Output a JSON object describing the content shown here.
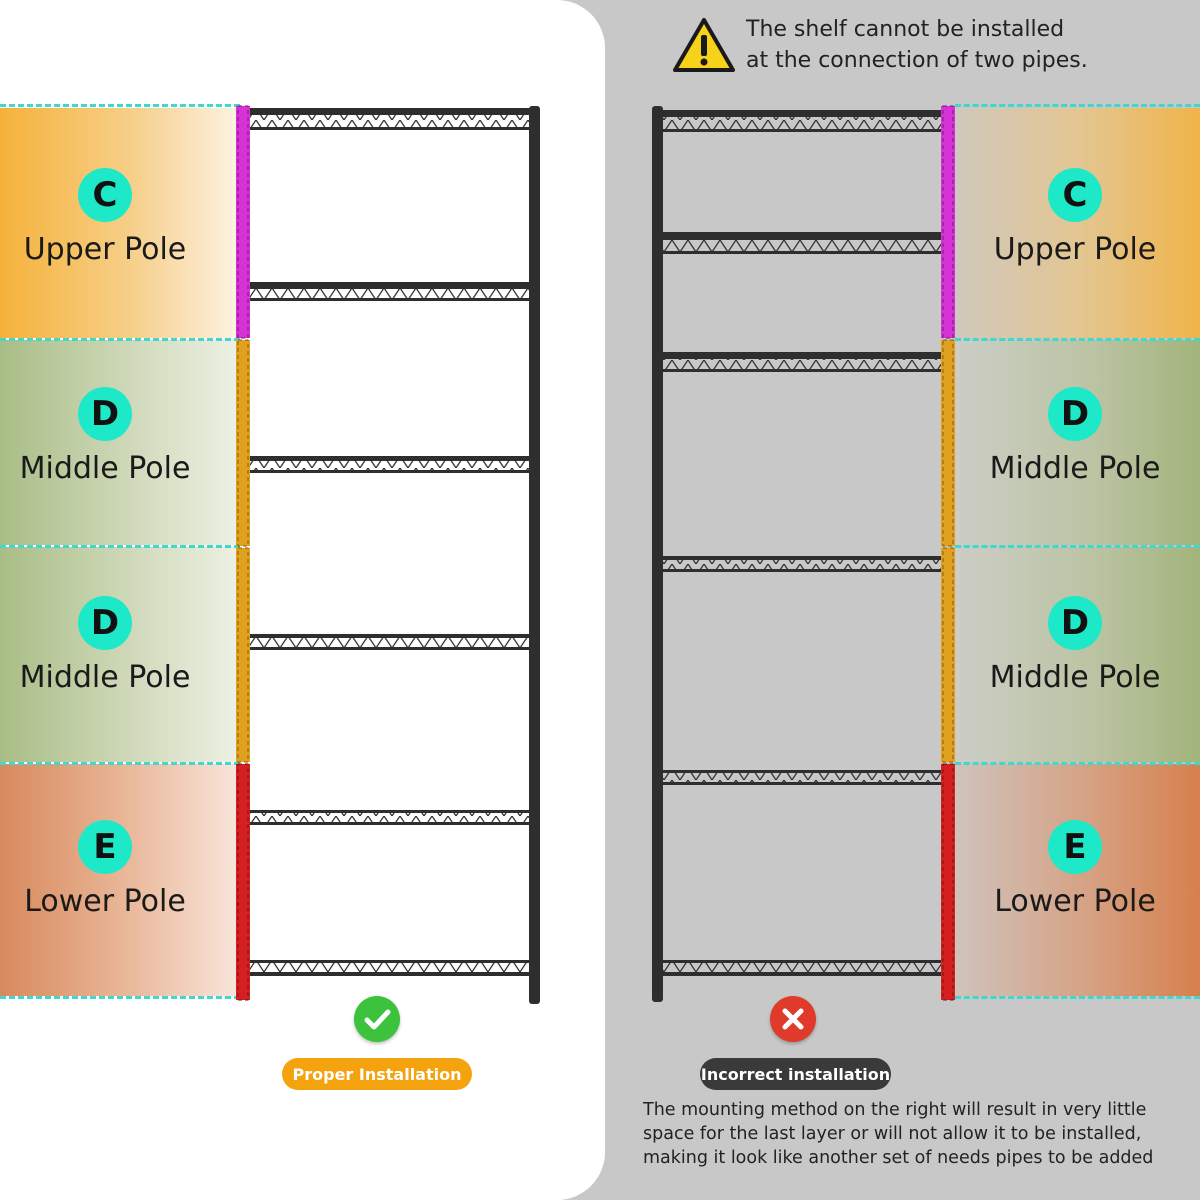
{
  "warning": {
    "icon": "warning-triangle-icon",
    "line1": "The shelf cannot be installed",
    "line2": "at the connection of two pipes."
  },
  "left_side": {
    "bands": [
      {
        "badge": "C",
        "name": "Upper Pole"
      },
      {
        "badge": "D",
        "name": "Middle Pole"
      },
      {
        "badge": "D",
        "name": "Middle Pole"
      },
      {
        "badge": "E",
        "name": "Lower Pole"
      }
    ],
    "status_icon": "checkmark-icon",
    "label": "Proper Installation"
  },
  "right_side": {
    "bands": [
      {
        "badge": "C",
        "name": "Upper Pole"
      },
      {
        "badge": "D",
        "name": "Middle Pole"
      },
      {
        "badge": "D",
        "name": "Middle Pole"
      },
      {
        "badge": "E",
        "name": "Lower Pole"
      }
    ],
    "status_icon": "cross-icon",
    "label": "Incorrect installation",
    "note": "The mounting method on the right will result in very little space for the last layer or will not allow it to be installed, making it look like another set of needs pipes to be added"
  },
  "colors": {
    "teal_dash": "#3fd9cb",
    "badge": "#1de9c9",
    "upper_pole": "#d633d6",
    "middle_pole": "#e0a020",
    "lower_pole": "#d42020",
    "ok_green": "#3cc23c",
    "bad_red": "#e03a2a",
    "ok_pill": "#f5a20f",
    "bad_pill": "#3a3a3a"
  }
}
